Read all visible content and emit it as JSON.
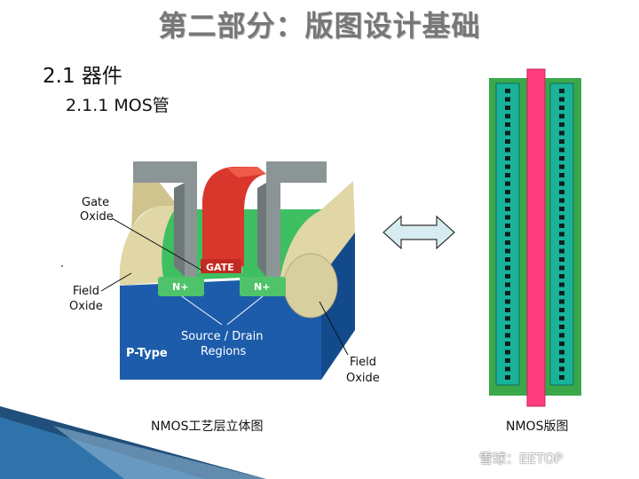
{
  "slide": {
    "title": "第二部分：版图设计基础",
    "section": "2.1 器件",
    "subsection": "2.1.1  MOS管"
  },
  "left_figure": {
    "caption": "NMOS工艺层立体图",
    "labels": {
      "gate_oxide_1": "Gate",
      "gate_oxide_2": "Oxide",
      "field_oxide_left_1": "Field",
      "field_oxide_left_2": "Oxide",
      "field_oxide_right_1": "Field",
      "field_oxide_right_2": "Oxide",
      "gate": "GATE",
      "n_plus_left": "N+",
      "n_plus_right": "N+",
      "source_drain_1": "Source / Drain",
      "source_drain_2": "Regions",
      "substrate": "P-Type"
    }
  },
  "right_figure": {
    "caption": "NMOS版图"
  },
  "watermark": "雪球：EETOP",
  "colors": {
    "substrate_blue": "#1a5aa8",
    "field_oxide": "#e0d6a6",
    "active_green": "#3dbf62",
    "gate_red": "#d9362c",
    "metal_grey": "#8c9596",
    "layout_green": "#3aa84a",
    "layout_teal": "#19b39b",
    "layout_poly": "#ff3d7f",
    "arrow_fill": "#d7ecf0"
  }
}
